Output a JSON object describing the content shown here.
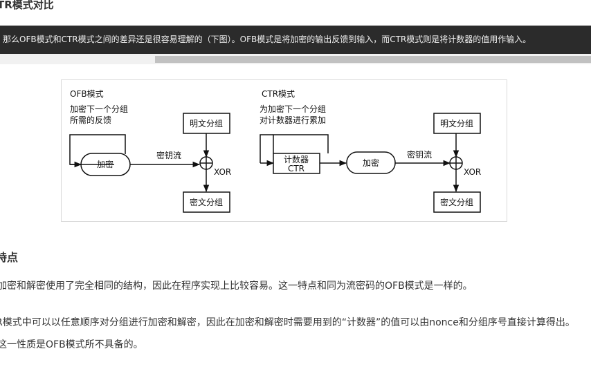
{
  "page": {
    "heading_top": "TR模式对比",
    "code_text": "那么OFB模式和CTR模式之间的差异还是很容易理解的（下图）。OFB模式是将加密的输出反馈到输入，而CTR模式则是将计数器的值用作输入。",
    "section_heading": "特点",
    "para1": "加密和解密使用了完全相同的结构，因此在程序实现上比较容易。这一特点和同为流密码的OFB模式是一样的。",
    "para2": "R模式中可以以任意顺序对分组进行加密和解密，因此在加密和解密时需要用到的“计数器”的值可以由nonce和分组序号直接计算得出。",
    "para3": "这一性质是OFB模式所不具备的。"
  },
  "figure": {
    "ofb": {
      "title": "OFB模式",
      "feedback_line1": "加密下一个分组",
      "feedback_line2": "所需的反馈",
      "encrypt": "加密",
      "keystream": "密钥流",
      "plaintext": "明文分组",
      "ciphertext": "密文分组",
      "xor": "XOR"
    },
    "ctr": {
      "title": "CTR模式",
      "feedback_line1": "为加密下一个分组",
      "feedback_line2": "对计数器进行累加",
      "counter_line1": "计数器",
      "counter_line2": "CTR",
      "encrypt": "加密",
      "keystream": "密钥流",
      "plaintext": "明文分组",
      "ciphertext": "密文分组",
      "xor": "XOR"
    }
  }
}
